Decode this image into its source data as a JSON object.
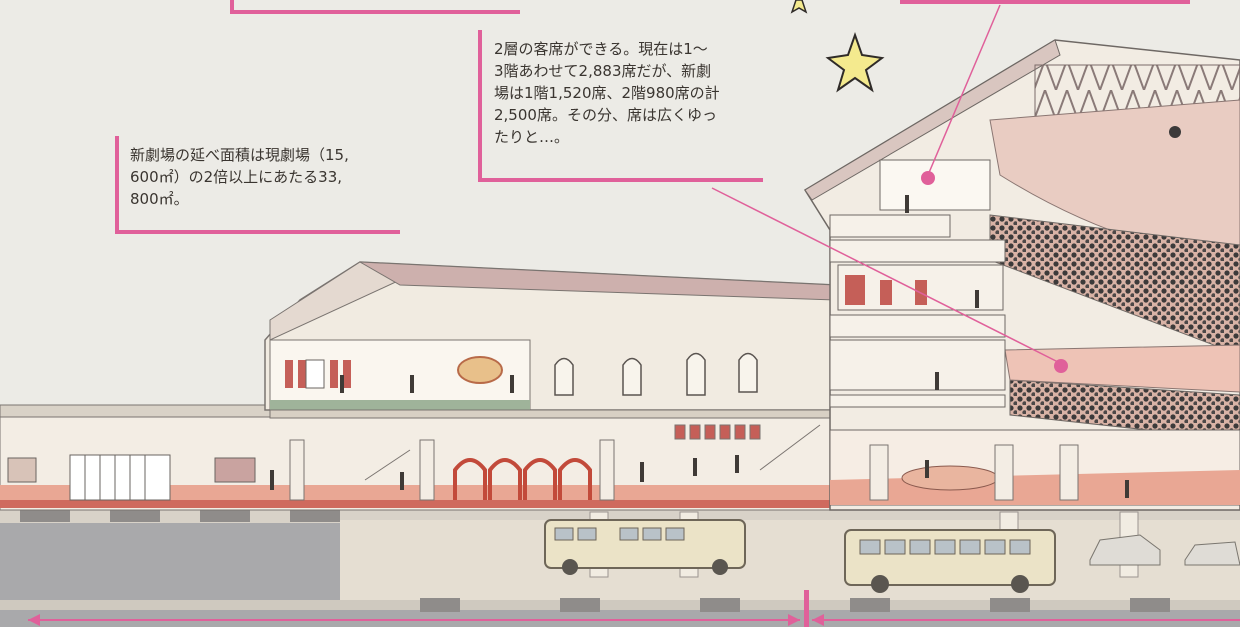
{
  "callouts": {
    "area": "新劇場の延べ面積は現劇場（15,\n600㎡）の2倍以上にあたる33,\n800㎡。",
    "seats": "2層の客席ができる。現在は1〜\n3階あわせて2,883席だが、新劇\n場は1階1,520席、2階980席の計\n2,500席。その分、席は広くゆっ\nたりと…。"
  },
  "colors": {
    "accent_pink": "#e0609a",
    "background": "#ecebe6",
    "building_cream": "#f3ede4",
    "roof_mauve": "#cdb0ad",
    "seat_dark": "#3c3a3a",
    "interior_salmon": "#e9a794",
    "floor_red": "#cf6a5e",
    "star_yellow": "#f4ea8e",
    "basement_gray": "#a9a9ab",
    "bus_cream": "#ebe3c7"
  },
  "icons": [
    "star-icon",
    "dimension-arrow-left",
    "dimension-arrow-right"
  ]
}
